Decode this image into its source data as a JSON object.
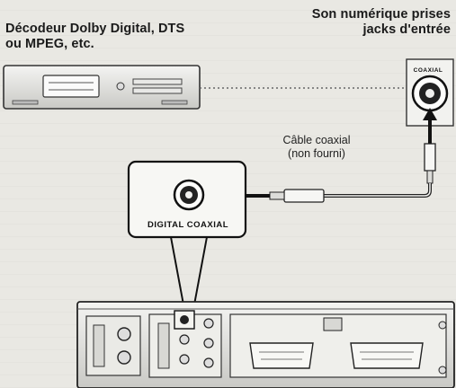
{
  "labels": {
    "decoder_line1": "Décodeur Dolby Digital, DTS",
    "decoder_line2": "ou MPEG, etc.",
    "digital_input_line1": "Son numérique prises",
    "digital_input_line2": "jacks d'entrée",
    "cable_name": "Câble coaxial",
    "cable_note": "(non fourni)",
    "digital_coaxial_port": "DIGITAL COAXIAL",
    "coaxial_port": "COAXIAL"
  }
}
